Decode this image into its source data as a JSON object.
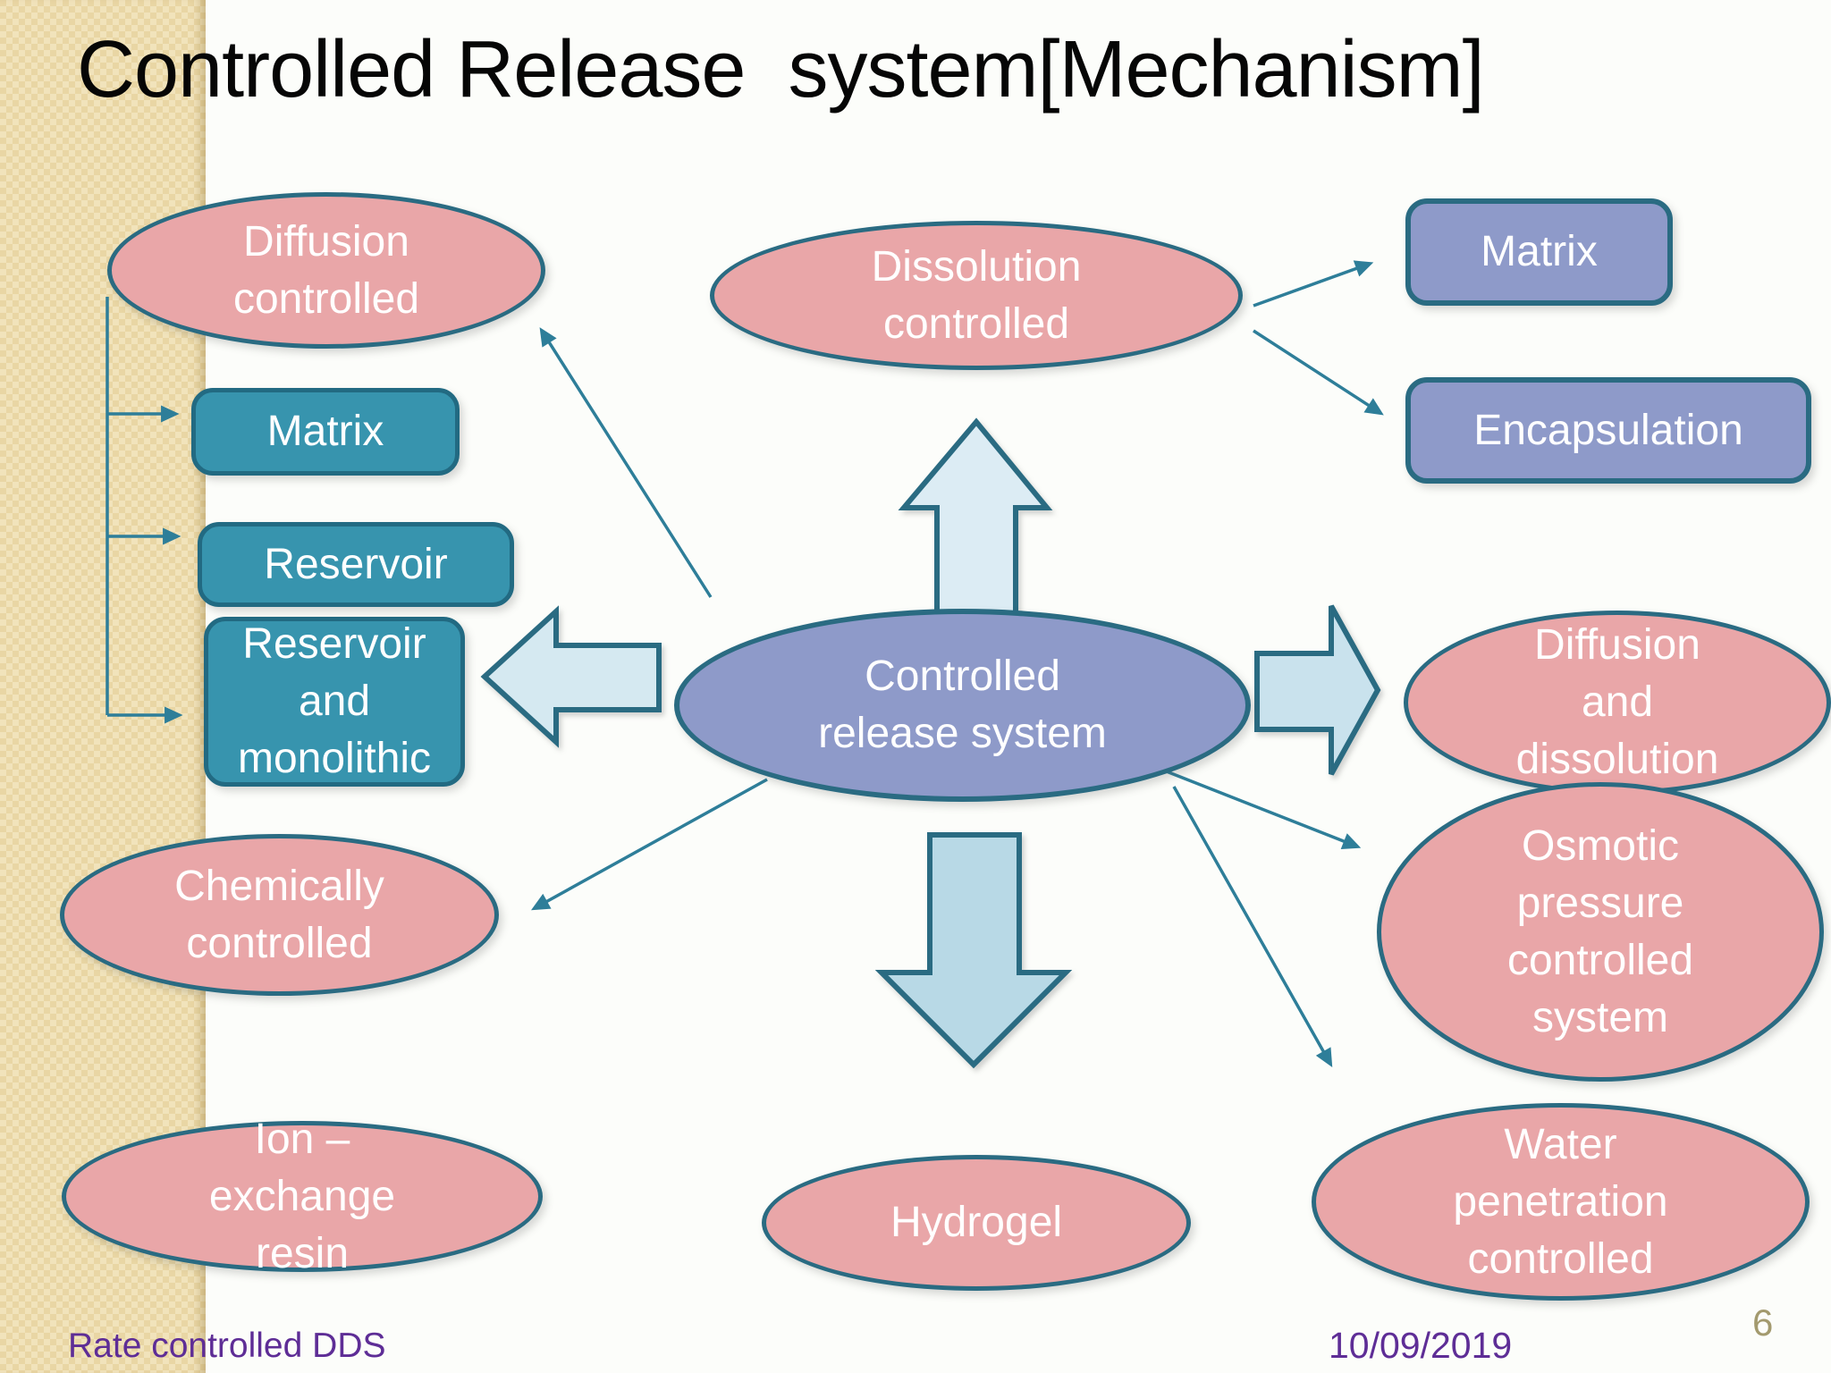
{
  "slide": {
    "title": "Controlled Release  system[Mechanism]",
    "footer": {
      "left_label": "Rate controlled DDS",
      "date": "10/09/2019",
      "page_number": "6"
    }
  },
  "nodes": {
    "center": {
      "label": "Controlled\nrelease system",
      "shape": "ellipse",
      "color": "purple"
    },
    "diffusion_controlled": {
      "label": "Diffusion\ncontrolled",
      "shape": "ellipse",
      "color": "pink"
    },
    "matrix_diffusion": {
      "label": "Matrix",
      "shape": "rounded-rect",
      "color": "teal"
    },
    "reservoir": {
      "label": "Reservoir",
      "shape": "rounded-rect",
      "color": "teal"
    },
    "reservoir_and_monolithic": {
      "label": "Reservoir\nand\nmonolithic",
      "shape": "rounded-rect",
      "color": "teal"
    },
    "dissolution_controlled": {
      "label": "Dissolution\ncontrolled",
      "shape": "ellipse",
      "color": "pink"
    },
    "matrix_dissolution": {
      "label": "Matrix",
      "shape": "rounded-rect",
      "color": "purple"
    },
    "encapsulation": {
      "label": "Encapsulation",
      "shape": "rounded-rect",
      "color": "purple"
    },
    "diffusion_and_dissolution": {
      "label": "Diffusion\nand\ndissolution",
      "shape": "ellipse",
      "color": "pink"
    },
    "osmotic_pressure": {
      "label": "Osmotic\npressure\ncontrolled\nsystem",
      "shape": "ellipse",
      "color": "pink"
    },
    "water_penetration": {
      "label": "Water\npenetration\ncontrolled",
      "shape": "ellipse",
      "color": "pink"
    },
    "chemically_controlled": {
      "label": "Chemically\ncontrolled",
      "shape": "ellipse",
      "color": "pink"
    },
    "ion_exchange_resin": {
      "label": "Ion –\nexchange\nresin",
      "shape": "ellipse",
      "color": "pink"
    },
    "hydrogel": {
      "label": "Hydrogel",
      "shape": "ellipse",
      "color": "pink"
    }
  },
  "palette": {
    "background": "#fcfdfa",
    "stripe_tan": "#ecdbad",
    "pink_fill": "#e9a6a8",
    "teal_fill": "#3794ae",
    "purple_fill": "#8e9ac9",
    "shape_border_teal": "#2a6b82",
    "connector_teal": "#2e7e99",
    "block_arrow_up_fill": "#dcecf4",
    "block_arrow_left_fill": "#d5e9f1",
    "block_arrow_right_fill": "#c9e2ed",
    "block_arrow_down_fill": "#b8d9e6",
    "footer_purple": "#5e2d96",
    "page_number_tan": "#a39a6e",
    "title_color": "#060606"
  }
}
